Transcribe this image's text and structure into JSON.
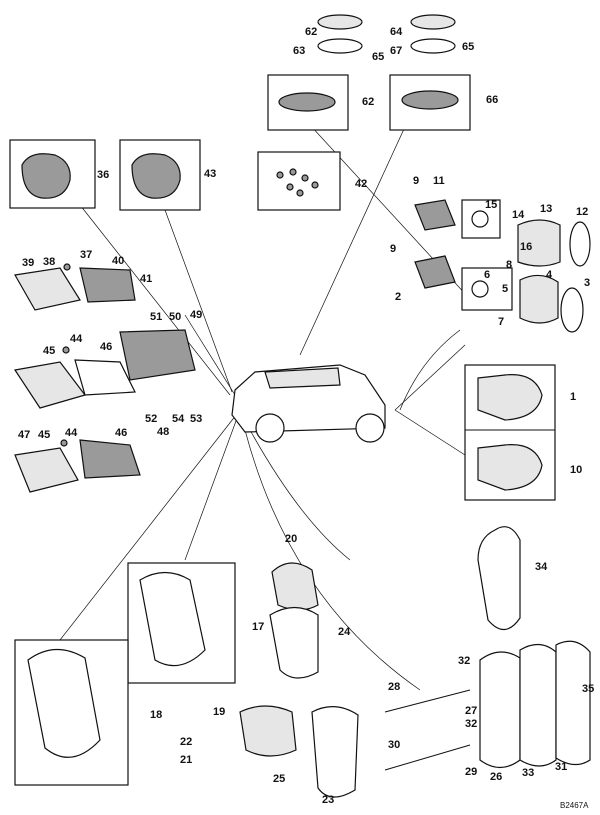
{
  "diagram": {
    "part_numbers": [
      "1",
      "2",
      "3",
      "4",
      "5",
      "6",
      "7",
      "8",
      "9",
      "10",
      "11",
      "12",
      "13",
      "14",
      "15",
      "16",
      "17",
      "18",
      "19",
      "20",
      "21",
      "22",
      "23",
      "24",
      "25",
      "26",
      "27",
      "28",
      "29",
      "30",
      "31",
      "32",
      "33",
      "34",
      "35",
      "36",
      "37",
      "38",
      "39",
      "40",
      "41",
      "42",
      "43",
      "44",
      "45",
      "46",
      "47",
      "48",
      "49",
      "50",
      "51",
      "52",
      "53",
      "54",
      "62",
      "63",
      "64",
      "65",
      "66",
      "67"
    ],
    "reference_code": "B2467A"
  }
}
